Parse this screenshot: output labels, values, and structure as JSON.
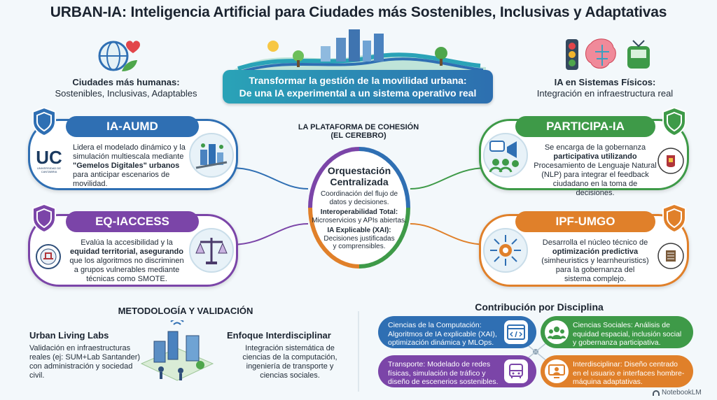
{
  "title": "URBAN-IA: Inteligencia Artificial para Ciudades más Sostenibles, Inclusivas y Adaptativas",
  "left_header": {
    "bold": "Ciudades más humanas:",
    "text": "Sostenibles, Inclusivas, Adaptables"
  },
  "right_header": {
    "bold": "IA en Sistemas Físicos:",
    "text": "Integración en infraestructura real"
  },
  "banner": {
    "line1": "Transformar la gestión de la movilidad urbana:",
    "line2": "De una IA experimental a un sistema operativo real"
  },
  "hub": {
    "caption1": "LA PLATAFORMA DE COHESIÓN",
    "caption2": "(EL CEREBRO)",
    "title1": "Orquestación",
    "title2": "Centralizada",
    "l1": "Coordinación del flujo de",
    "l2": "datos y decisiones.",
    "l3": "Interoperabilidad Total:",
    "l4": "Microservicios y APIs abiertas.",
    "l5": "IA Explicable (XAI):",
    "l6": "Decisiones justificadas",
    "l7": "y comprensibles."
  },
  "cards": {
    "aumd": {
      "label": "IA-AUMD",
      "logo": "UC",
      "logo_sub": "UNIVERSIDAD DE CANTABRIA",
      "l1": "Lidera el modelado dinámico y la",
      "l2": "simulación multiescala mediante",
      "l3": "\"Gemelos Digitales\" urbanos",
      "l4": "para anticipar escenarios de",
      "l5": "movilidad."
    },
    "eq": {
      "label": "EQ-IACCESS",
      "l1": "Evalúa la accesibilidad y la",
      "l2": "equidad territorial, asegurando",
      "l3": "que los algoritmos no discriminen",
      "l4": "a grupos vulnerables mediante",
      "l5": "técnicas como SMOTE."
    },
    "participa": {
      "label": "PARTICIPA-IA",
      "l1": "Se encarga de la gobernanza",
      "l2": "participativa utilizando",
      "l3": "Procesamiento de Lenguaje Natural",
      "l4": "(NLP) para integrar el feedback",
      "l5": "ciudadano en la toma de decisiones."
    },
    "ipf": {
      "label": "IPF-UMGO",
      "l1": "Desarrolla el núcleo técnico de",
      "l2": "optimización predictiva",
      "l3": "(simheuristics y learnheuristics)",
      "l4": "para la gobernanza del",
      "l5": "sistema complejo."
    }
  },
  "method": {
    "title": "METODOLOGÍA Y VALIDACIÓN",
    "labs_title": "Urban Living Labs",
    "labs_l1": "Validación en infraestructuras",
    "labs_l2": "reales (ej: SUM+Lab Santander)",
    "labs_l3": "con administración y sociedad",
    "labs_l4": "civil.",
    "inter_title": "Enfoque Interdisciplinar",
    "inter_l1": "Integración sistemática de",
    "inter_l2": "ciencias de la computación,",
    "inter_l3": "ingeniería de transporte y",
    "inter_l4": "ciencias sociales."
  },
  "contrib": {
    "title": "Contribución por Disciplina",
    "cs_l1": "Ciencias de la Computación:",
    "cs_l2": "Algoritmos de IA explicable (XAI),",
    "cs_l3": "optimización dinámica y MLOps.",
    "soc_l1": "Ciencias Sociales: Análisis de",
    "soc_l2": "equidad espacial, inclusión social",
    "soc_l3": "y gobernanza participativa.",
    "tr_l1": "Transporte: Modelado de redes",
    "tr_l2": "físicas, simulación de tráfico y",
    "tr_l3": "diseño de escenerios sostenibles.",
    "int_l1": "Interdisciplinar: Diseño centrado",
    "int_l2": "en el usuario e interfaces hombre-",
    "int_l3": "máquina adaptativas."
  },
  "footer": "NotebookLM",
  "colors": {
    "blue": "#2f6fb3",
    "purple": "#7b45a8",
    "green": "#3e9a48",
    "orange": "#e0802a",
    "teal": "#2aa3b7"
  }
}
